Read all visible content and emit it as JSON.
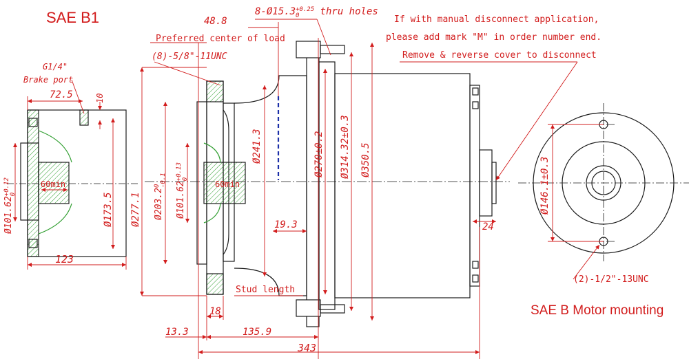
{
  "titles": {
    "main": "SAE B1",
    "mounting": "SAE B Motor mounting"
  },
  "notes": {
    "thru_holes_prefix": "8-Ø15.3",
    "thru_holes_tol_upper": "+0.25",
    "thru_holes_tol_lower": "0",
    "thru_holes_suffix": " thru holes",
    "manual_line1": "If with manual disconnect application,",
    "manual_line2": "please add mark \"M\" in order number end.",
    "manual_line3": "Remove & reverse cover to disconnect",
    "load_center_value": "48.8",
    "load_center_label": "Preferred center of load",
    "unc_58": "(8)-5/8\"-11UNC",
    "brake_port": "G1/4\"",
    "brake_port_label": "Brake port",
    "stud_length": "Stud length",
    "unc_12": "(2)-1/2\"-13UNC",
    "min_left": "60min",
    "min_center": "60min"
  },
  "dims": {
    "d72_5": "72.5",
    "d10": "10",
    "d101_62_left": "Ø101.62",
    "d101_62_left_tol_u": "+0.12",
    "d101_62_left_tol_l": "0",
    "d173_5": "Ø173.5",
    "d123": "123",
    "d277_1": "Ø277.1",
    "d203_2": "Ø203.2",
    "d203_2_tol_u": "0",
    "d203_2_tol_l": "-0.1",
    "d101_62_center": "Ø101.62",
    "d101_62_center_tol_u": "+0.13",
    "d101_62_center_tol_l": "0",
    "d241_3": "Ø241.3",
    "d19_3": "19.3",
    "d270": "Ø270±0.2",
    "d314_32": "Ø314.32±0.3",
    "d350_5": "Ø350.5",
    "d24": "24",
    "d18": "18",
    "d13_3": "13.3",
    "d135_9": "135.9",
    "d343": "343",
    "d146_1": "Ø146.1±0.3"
  },
  "colors": {
    "dimension": "#d21c1c",
    "outline": "#1a1a1a",
    "hatch": "#2f9e2f",
    "center_mark": "#1c2fa8",
    "background": "#ffffff"
  }
}
